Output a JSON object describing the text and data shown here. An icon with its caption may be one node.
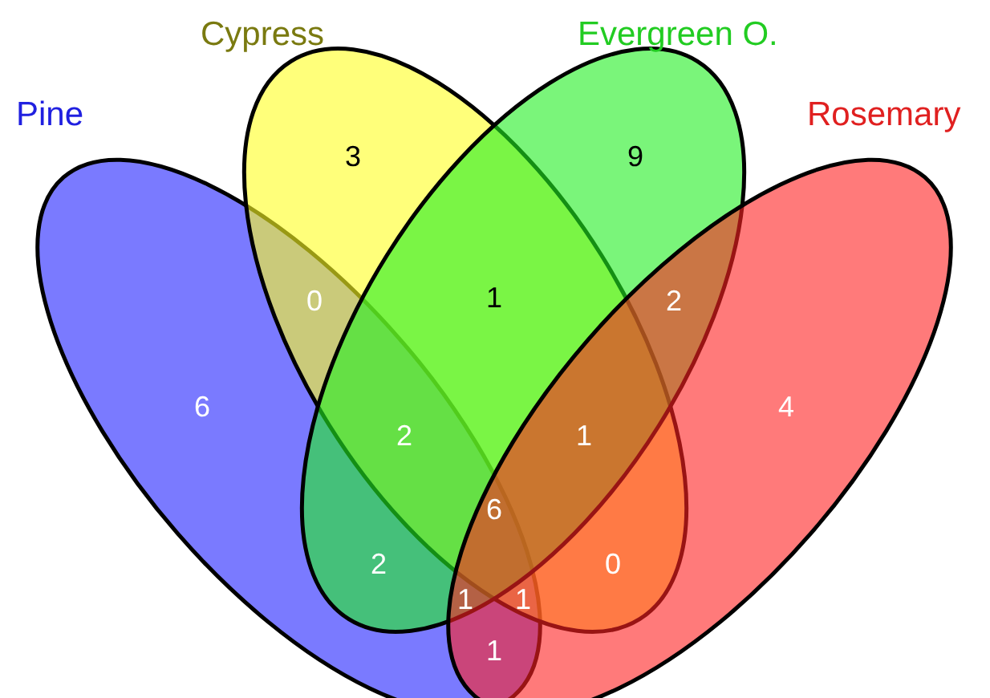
{
  "diagram": {
    "nodes": [
      {
        "text": [
          "Pine"
        ]
      },
      {
        "text": [
          "Cypress"
        ]
      },
      {
        "text": [
          "Evergreen O."
        ]
      },
      {
        "text": [
          "Rosemary"
        ]
      }
    ],
    "labels": [
      "3",
      "9",
      "0",
      "1",
      "2",
      "6",
      "2",
      "1",
      "4",
      "6",
      "2",
      "0",
      "1",
      "1",
      "1"
    ]
  }
}
